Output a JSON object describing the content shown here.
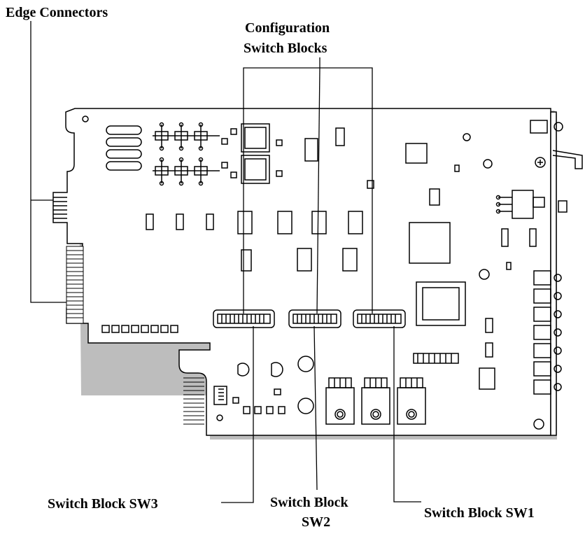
{
  "labels": {
    "edge_connectors": "Edge Connectors",
    "config_line1": "Configuration",
    "config_line2": "Switch Blocks",
    "sw3": "Switch Block SW3",
    "sw2_line1": "Switch Block",
    "sw2_line2": "SW2",
    "sw1": "Switch Block SW1"
  },
  "colors": {
    "stroke": "#000000",
    "board_fill": "#ffffff",
    "shadow": "#bdbdbd"
  }
}
